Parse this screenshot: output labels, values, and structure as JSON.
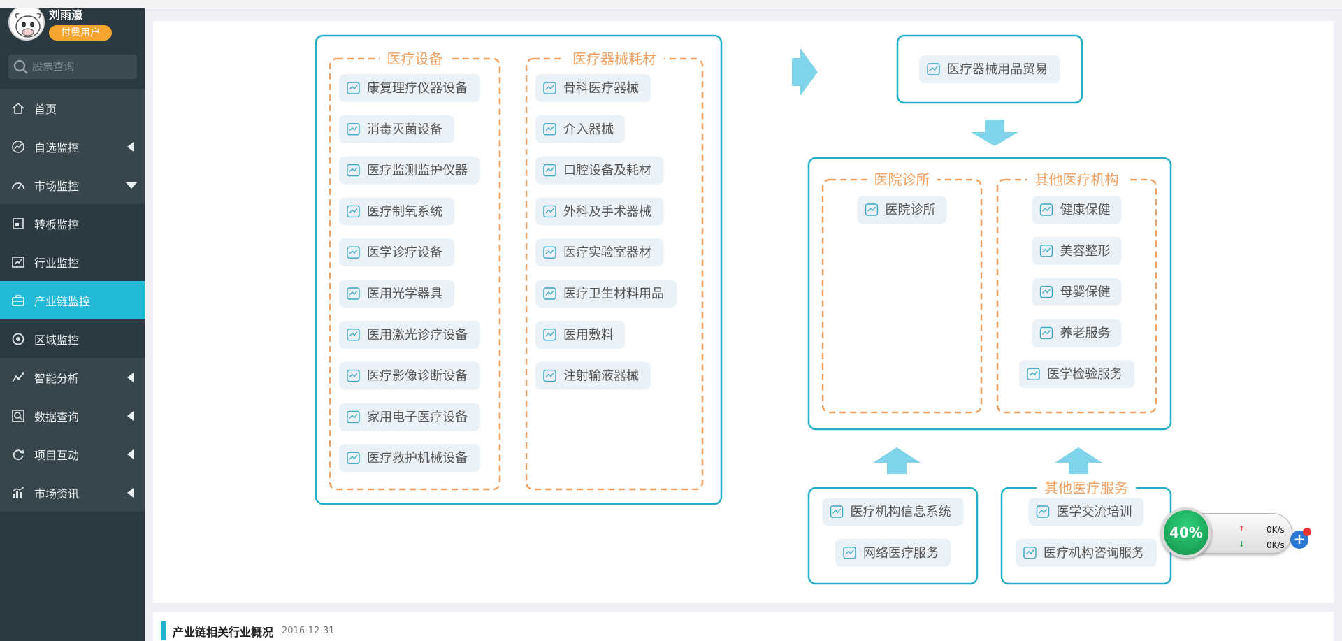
{
  "user": {
    "name": "刘雨濠",
    "badge": "付费用户"
  },
  "search": {
    "placeholder": "股票查询"
  },
  "nav": [
    {
      "label": "首页",
      "icon": "home-icon",
      "has_arrow": false
    },
    {
      "label": "自选监控",
      "icon": "trend-icon",
      "has_arrow": true
    },
    {
      "label": "市场监控",
      "icon": "gauge-icon",
      "has_arrow": true,
      "expanded": true
    },
    {
      "label": "转板监控",
      "icon": "board-icon",
      "has_arrow": false
    },
    {
      "label": "行业监控",
      "icon": "industry-chart-icon",
      "has_arrow": false
    },
    {
      "label": "产业链监控",
      "icon": "briefcase-icon",
      "has_arrow": false,
      "active": true
    },
    {
      "label": "区域监控",
      "icon": "region-icon",
      "has_arrow": false
    },
    {
      "label": "智能分析",
      "icon": "analysis-icon",
      "has_arrow": true
    },
    {
      "label": "数据查询",
      "icon": "data-search-icon",
      "has_arrow": true
    },
    {
      "label": "项目互动",
      "icon": "refresh-icon",
      "has_arrow": true
    },
    {
      "label": "市场资讯",
      "icon": "bar-chart-icon",
      "has_arrow": true
    }
  ],
  "chain": {
    "equipment": {
      "title": "医疗设备",
      "items": [
        "康复理疗仪器设备",
        "消毒灭菌设备",
        "医疗监测监护仪器",
        "医疗制氧系统",
        "医学诊疗设备",
        "医用光学器具",
        "医用激光诊疗设备",
        "医疗影像诊断设备",
        "家用电子医疗设备",
        "医疗救护机械设备"
      ]
    },
    "consumables": {
      "title": "医疗器械耗材",
      "items": [
        "骨科医疗器械",
        "介入器械",
        "口腔设备及耗材",
        "外科及手术器械",
        "医疗实验室器材",
        "医疗卫生材料用品",
        "医用敷料",
        "注射输液器械"
      ]
    },
    "trade": {
      "items": [
        "医疗器械用品贸易"
      ]
    },
    "hospital": {
      "title": "医院诊所",
      "items": [
        "医院诊所"
      ]
    },
    "other_institutions": {
      "title": "其他医疗机构",
      "items": [
        "健康保健",
        "美容整形",
        "母婴保健",
        "养老服务",
        "医学检验服务"
      ]
    },
    "it_services": {
      "items": [
        "医疗机构信息系统",
        "网络医疗服务"
      ]
    },
    "other_services": {
      "title": "其他医疗服务",
      "items": [
        "医学交流培训",
        "医疗机构咨询服务"
      ]
    }
  },
  "footer": {
    "title": "产业链相关行业概况",
    "date": "2016-12-31"
  },
  "widget": {
    "percent": "40%",
    "upload": "0K/s",
    "download": "0K/s",
    "up_arrow": "↑",
    "down_arrow": "↓",
    "plus": "+"
  },
  "colors": {
    "sidebar": "#2b3a42",
    "active": "#22b8d8",
    "frame": "#22b0c8",
    "dashed": "#f0a060",
    "title": "#f0a060",
    "chip": "#eaf2f8",
    "arrow": "#7fd4ea",
    "badge": "#f6a530"
  }
}
